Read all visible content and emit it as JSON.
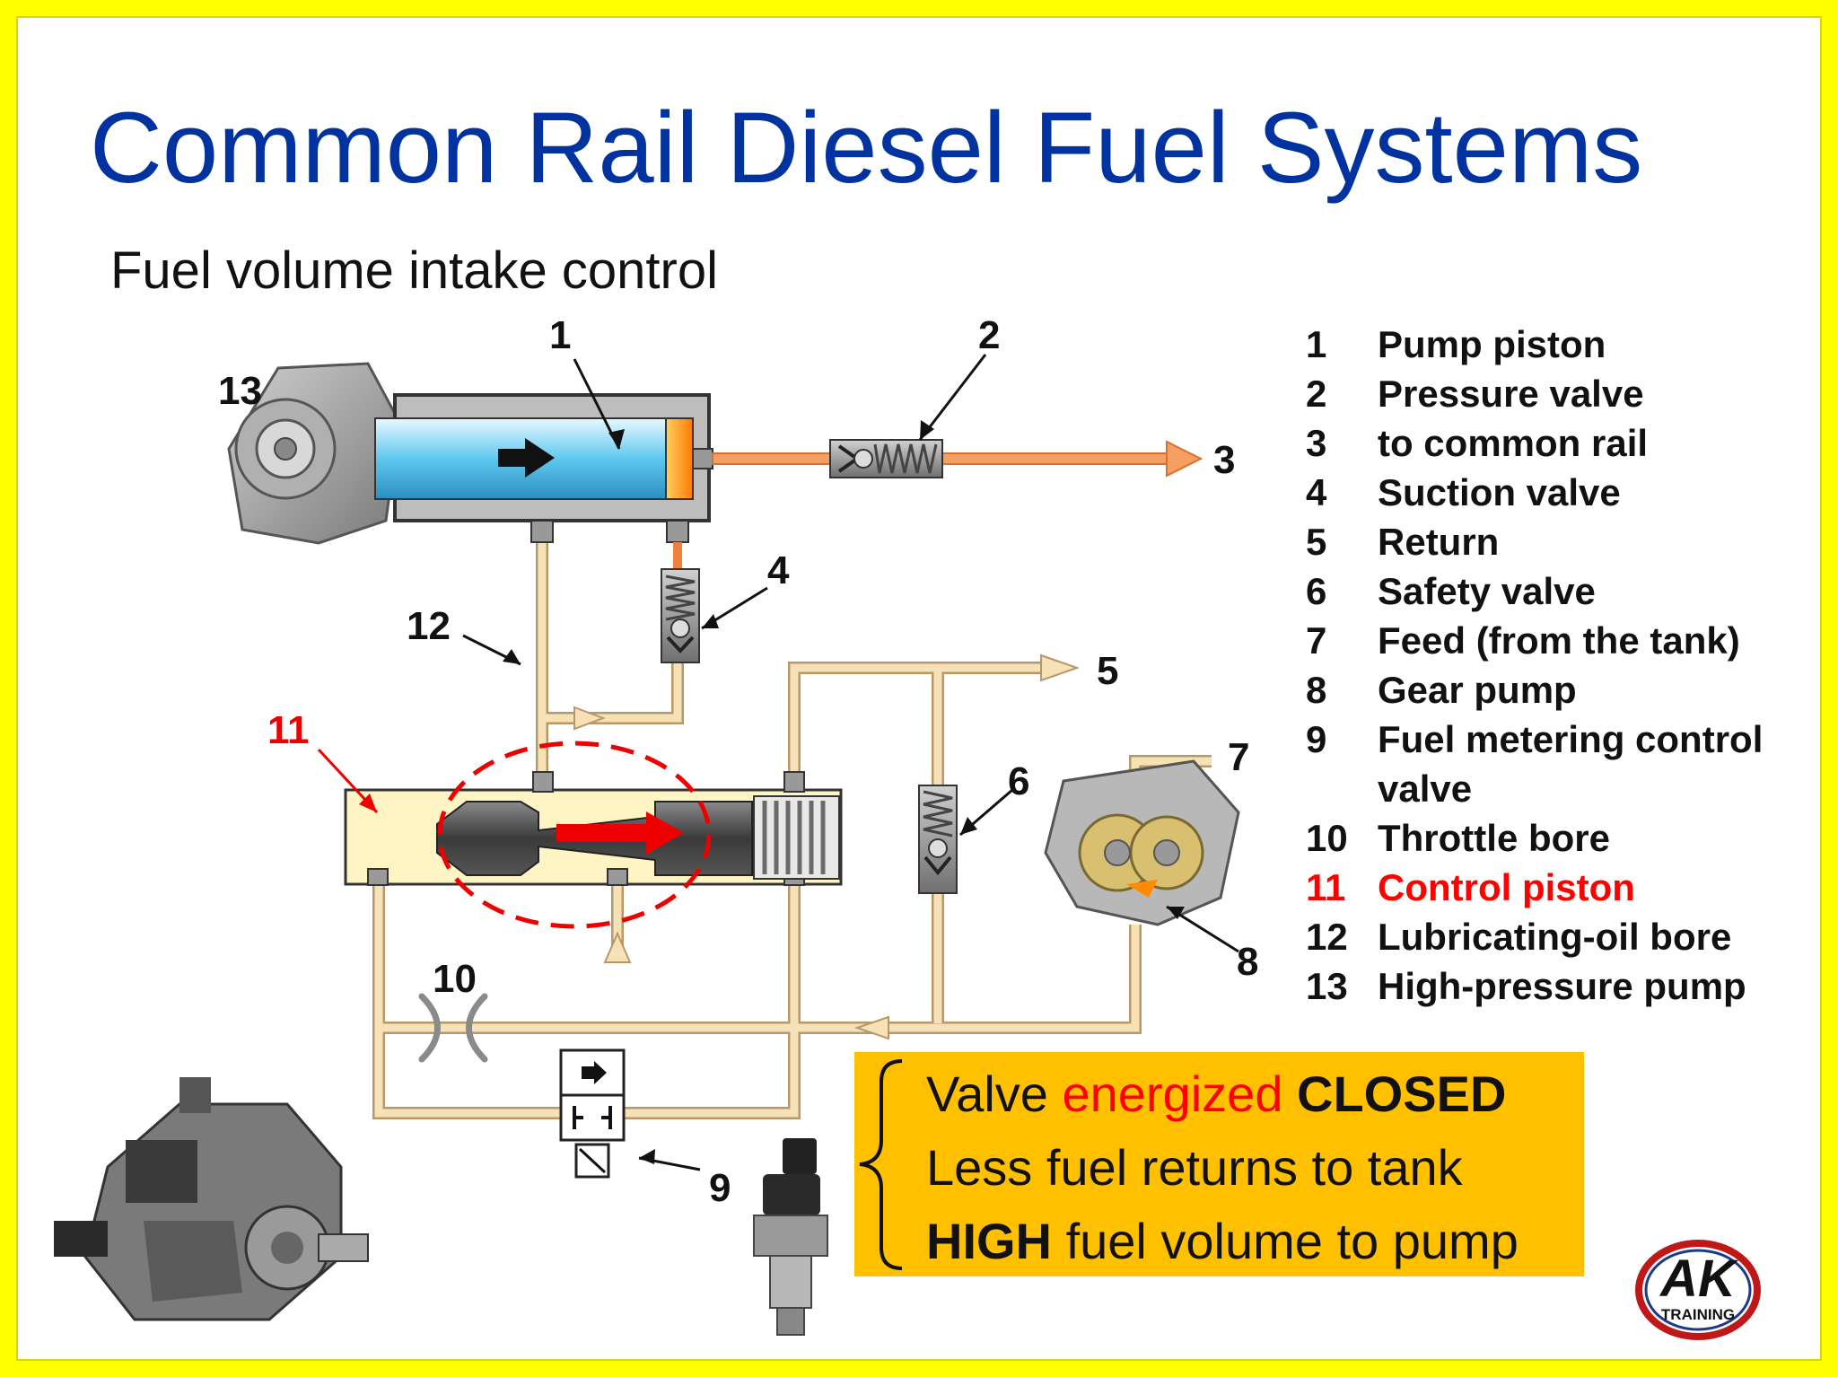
{
  "title": "Common Rail Diesel Fuel Systems",
  "subtitle": "Fuel volume intake control",
  "diagram_labels": {
    "l1": "1",
    "l2": "2",
    "l3": "3",
    "l4": "4",
    "l5": "5",
    "l6": "6",
    "l7": "7",
    "l8": "8",
    "l9": "9",
    "l10": "10",
    "l11": "11",
    "l12": "12",
    "l13": "13"
  },
  "legend": [
    {
      "num": "1",
      "text": "Pump piston"
    },
    {
      "num": "2",
      "text": "Pressure valve"
    },
    {
      "num": "3",
      "text": "to common rail"
    },
    {
      "num": "4",
      "text": "Suction valve"
    },
    {
      "num": "5",
      "text": "Return"
    },
    {
      "num": "6",
      "text": "Safety valve"
    },
    {
      "num": "7",
      "text": "Feed (from the tank)"
    },
    {
      "num": "8",
      "text": "Gear pump"
    },
    {
      "num": "9",
      "text": "Fuel metering control"
    },
    {
      "num": "",
      "text": "valve"
    },
    {
      "num": "10",
      "text": "Throttle bore"
    },
    {
      "num": "11",
      "text": "Control piston",
      "highlight": true
    },
    {
      "num": "12",
      "text": "Lubricating-oil bore"
    },
    {
      "num": "13",
      "text": "High-pressure pump"
    }
  ],
  "note": {
    "line1_a": "Valve",
    "line1_b": "energized",
    "line1_c": "CLOSED",
    "line2": "Less fuel returns to tank",
    "line3_a": "HIGH",
    "line3_b": "fuel volume to pump"
  },
  "logo": {
    "mark": "AK",
    "text": "TRAINING"
  },
  "colors": {
    "border": "#ffff00",
    "title": "#0033a0",
    "highlight": "#ff0000",
    "note_bg": "#ffc000",
    "pipe": "#f5deb3",
    "pressure_line": "#f08040"
  }
}
